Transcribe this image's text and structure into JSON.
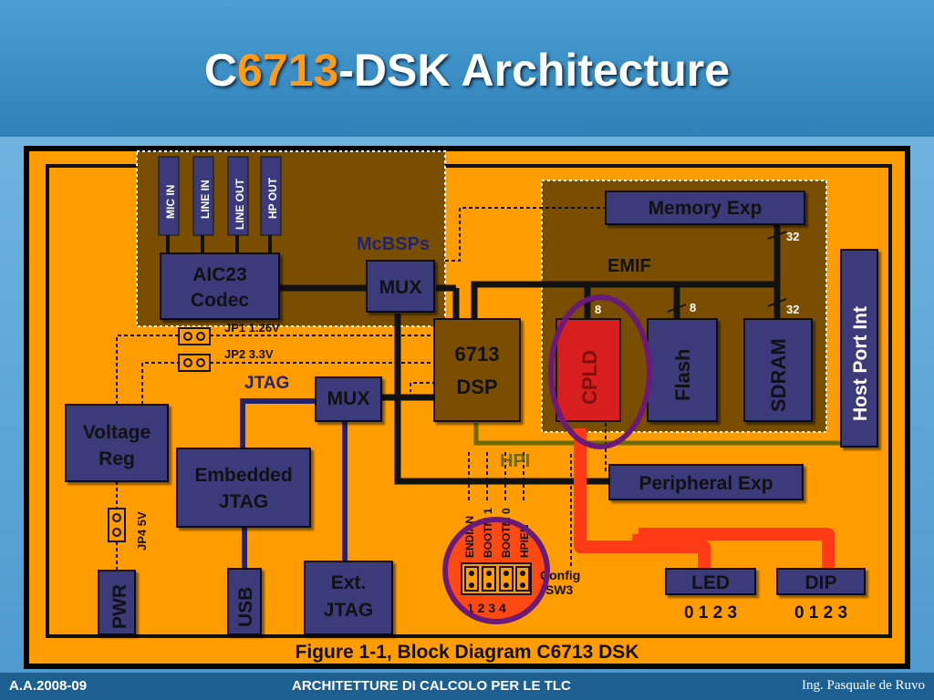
{
  "slide": {
    "title_part1": "C",
    "title_highlight": "6713",
    "title_part2": "-DSK Architecture"
  },
  "diagram": {
    "caption": "Figure 1-1, Block Diagram C6713 DSK",
    "audio_jacks": [
      "MIC IN",
      "LINE IN",
      "LINE OUT",
      "HP OUT"
    ],
    "codec_line1": "AIC23",
    "codec_line2": "Codec",
    "mcbsps_label": "McBSPs",
    "mux_top": "MUX",
    "mux_jtag": "MUX",
    "dsp_line1": "6713",
    "dsp_line2": "DSP",
    "memory_exp": "Memory Exp",
    "emif_label": "EMIF",
    "cpld": "CPLD",
    "flash": "Flash",
    "sdram": "SDRAM",
    "host_port_int": "Host Port Int",
    "bus_32_top": "32",
    "bus_32_sdram": "32",
    "bus_8_cpld": "8",
    "bus_8_flash": "8",
    "jp1": "JP1  1.26V",
    "jp2": "JP2  3.3V",
    "jtag_label": "JTAG",
    "voltage_reg_line1": "Voltage",
    "voltage_reg_line2": "Reg",
    "embedded_jtag_line1": "Embedded",
    "embedded_jtag_line2": "JTAG",
    "hpi_label": "HPI",
    "peripheral_exp": "Peripheral Exp",
    "jp4": "JP4  5V",
    "pwr": "PWR",
    "usb": "USB",
    "ext_jtag_line1": "Ext.",
    "ext_jtag_line2": "JTAG",
    "config_switches": [
      "ENDIAN",
      "BOOTM 1",
      "BOOTM 0",
      "HPIEN"
    ],
    "config_line1": "Config",
    "config_line2": "SW3",
    "config_numbers": "1 2 3 4",
    "led": "LED",
    "dip": "DIP",
    "led_numbers": "0 1 2 3",
    "dip_numbers": "0 1 2 3"
  },
  "footer": {
    "left": "A.A.2008-09",
    "center": "ARCHITETTURE DI CALCOLO PER LE TLC",
    "right": "Ing. Pasquale de Ruvo"
  },
  "colors": {
    "board": "#ff9c00",
    "block": "#3a3a7c",
    "dark_region": "#7a4e00",
    "highlight_ring": "#6a1a7a",
    "cpld_highlight": "#d81e1e",
    "title_accent": "#ff9a1a"
  }
}
